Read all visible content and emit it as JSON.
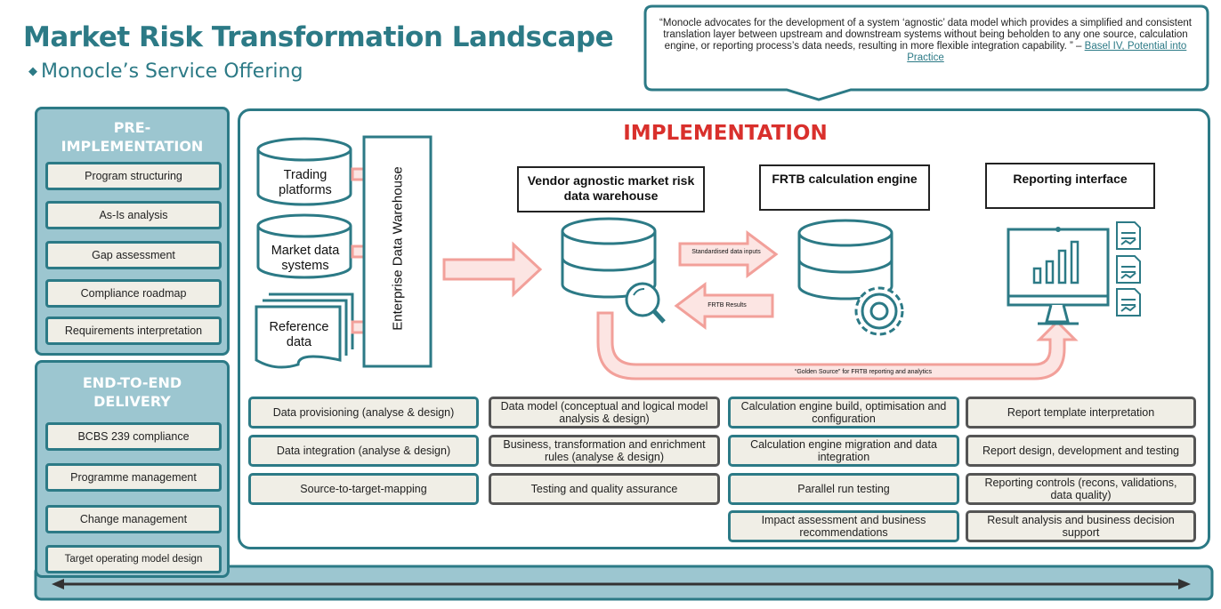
{
  "title": "Market Risk Transformation Landscape",
  "subtitle": "Monocle’s Service Offering",
  "quote": {
    "text": "“Monocle advocates for the development of a system ‘agnostic’ data model which provides a simplified and consistent translation layer between upstream and downstream systems without being beholden to any one source, calculation engine, or reporting process’s data needs, resulting in more flexible integration capability. ” – ",
    "link": "Basel IV, Potential into Practice"
  },
  "pre_implementation": {
    "heading": "PRE-IMPLEMENTATION",
    "items": [
      "Program structuring",
      "As-Is analysis",
      "Gap assessment",
      "Compliance roadmap",
      "Requirements interpretation"
    ]
  },
  "end_to_end": {
    "heading": "END-TO-END DELIVERY",
    "items": [
      "BCBS 239 compliance",
      "Programme management",
      "Change management",
      "Target operating model design"
    ]
  },
  "implementation": {
    "heading": "IMPLEMENTATION",
    "sources": [
      "Trading platforms",
      "Market data systems",
      "Reference data"
    ],
    "edw": "Enterprise Data Warehouse",
    "warehouse_title": "Vendor agnostic market risk data warehouse",
    "engine_title": "FRTB calculation engine",
    "reporting_title": "Reporting interface",
    "arrow_standardised": "Standardised data inputs",
    "arrow_results": "FRTB Results",
    "golden_source": "“Golden Source” for FRTB reporting and analytics"
  },
  "service_columns": [
    [
      "Data provisioning (analyse & design)",
      "Data integration (analyse & design)",
      "Source-to-target-mapping"
    ],
    [
      "Data model (conceptual and logical model analysis & design)",
      "Business, transformation and enrichment rules (analyse & design)",
      "Testing and quality assurance"
    ],
    [
      "Calculation engine build, optimisation and configuration",
      "Calculation engine migration and data integration",
      "Parallel run testing",
      "Impact assessment and business recommendations"
    ],
    [
      "Report template interpretation",
      "Report design, development and testing",
      "Reporting controls (recons, validations, data quality)",
      "Result analysis and business decision support"
    ]
  ],
  "colors": {
    "teal": "#2c7a86",
    "light_teal": "#9cc6d0",
    "red": "#d9302c",
    "arrow_pink": "#f2a09a",
    "box_fill": "#f0eee6"
  }
}
